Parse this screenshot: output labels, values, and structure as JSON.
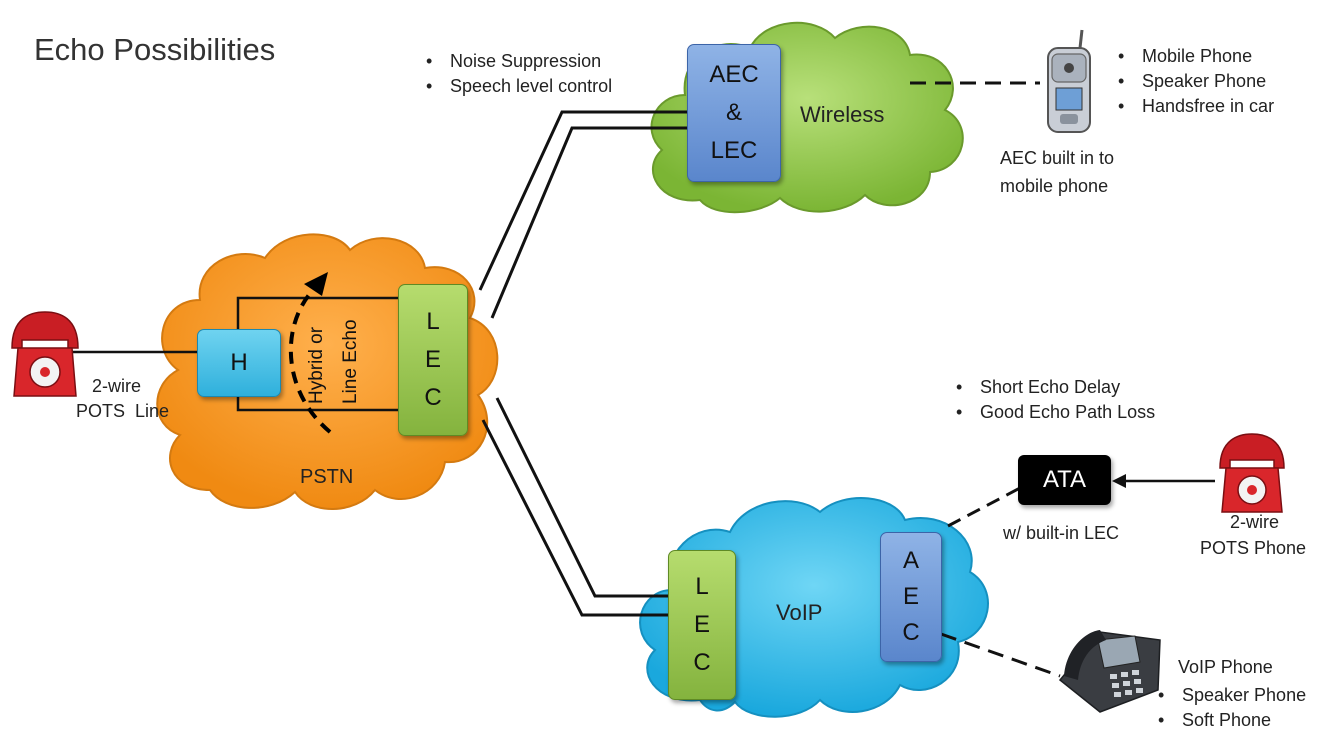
{
  "title": "Echo Possibilities",
  "wireless_notes": [
    "Noise Suppression",
    "Speech level control"
  ],
  "mobile_features": [
    "Mobile Phone",
    "Speaker Phone",
    "Handsfree in car"
  ],
  "aec_mobile_note": [
    "AEC built in to",
    "mobile phone"
  ],
  "clouds": {
    "wireless": "Wireless",
    "pstn": "PSTN",
    "voip": "VoIP"
  },
  "boxes": {
    "aec_lec": [
      "AEC",
      "&",
      "LEC"
    ],
    "hybrid": "H",
    "lec_pstn": [
      "L",
      "E",
      "C"
    ],
    "lec_voip": [
      "L",
      "E",
      "C"
    ],
    "aec_voip": [
      "A",
      "E",
      "C"
    ],
    "ata": "ATA"
  },
  "echo_path_label": [
    "Hybrid or",
    "Line Echo"
  ],
  "pots_line": [
    "2-wire",
    "POTS  Line"
  ],
  "voip_notes": [
    "Short Echo Delay",
    "Good Echo Path Loss"
  ],
  "ata_note": "w/ built-in LEC",
  "pots_phone": [
    "2-wire",
    "POTS Phone"
  ],
  "voip_phone": {
    "heading": "VoIP Phone",
    "features": [
      "Speaker Phone",
      "Soft Phone"
    ]
  },
  "colors": {
    "wireless_cloud": "#8dc63f",
    "pstn_cloud": "#f7941d",
    "voip_cloud": "#29b6e8",
    "aec_box": "#6f95d6",
    "lec_box": "#9cc94f",
    "hybrid_box": "#3fc1e6",
    "phone_red": "#d9262b"
  },
  "icons": [
    "mobile-phone-icon",
    "red-telephone-icon",
    "desk-ip-phone-icon"
  ]
}
